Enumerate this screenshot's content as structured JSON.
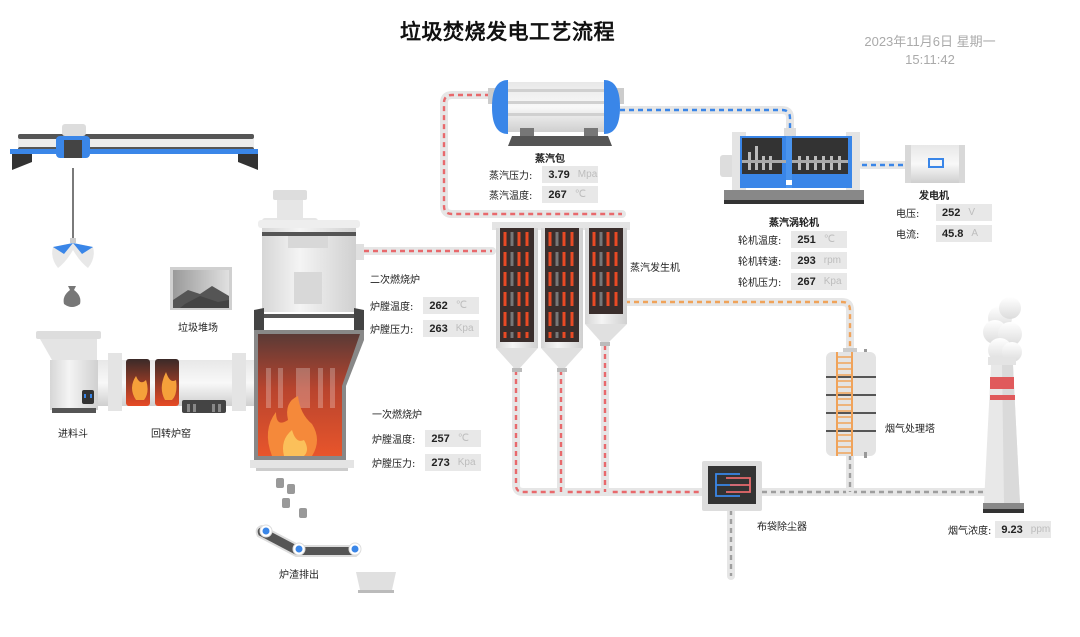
{
  "header": {
    "title": "垃圾焚烧发电工艺流程",
    "date": "2023年11月6日 星期一",
    "time": "15:11:42"
  },
  "colors": {
    "accent_blue": "#3a86e8",
    "flow_red": "#e8696c",
    "flow_orange": "#f0a35a",
    "flow_gray": "#9e9e9e",
    "flame": "#f0552a"
  },
  "equipment": {
    "crane": {
      "icon": "gantry-crane-icon"
    },
    "garbage_bag": {
      "icon": "garbage-bag-icon"
    },
    "garbage_pile": {
      "label": "垃圾堆场",
      "icon": "garbage-pile-icon"
    },
    "hopper": {
      "label": "进料斗",
      "icon": "feed-hopper-icon"
    },
    "rotary_kiln": {
      "label": "回转炉窑",
      "icon": "rotary-kiln-icon"
    },
    "secondary_furnace": {
      "label": "二次燃烧炉",
      "readings": [
        {
          "key": "炉膛温度:",
          "value": "262",
          "unit": "℃"
        },
        {
          "key": "炉膛压力:",
          "value": "263",
          "unit": "Kpa"
        }
      ]
    },
    "primary_furnace": {
      "label": "一次燃烧炉",
      "readings": [
        {
          "key": "炉膛温度:",
          "value": "257",
          "unit": "℃"
        },
        {
          "key": "炉膛压力:",
          "value": "273",
          "unit": "Kpa"
        }
      ]
    },
    "slag": {
      "label": "炉渣排出",
      "icon": "slag-conveyor-icon"
    },
    "steam_drum": {
      "label": "蒸汽包",
      "readings": [
        {
          "key": "蒸汽压力:",
          "value": "3.79",
          "unit": "Mpa"
        },
        {
          "key": "蒸汽温度:",
          "value": "267",
          "unit": "℃"
        }
      ]
    },
    "steam_generator": {
      "label": "蒸汽发生机",
      "icon": "steam-generator-icon"
    },
    "turbine": {
      "label": "蒸汽涡轮机",
      "readings": [
        {
          "key": "轮机温度:",
          "value": "251",
          "unit": "℃"
        },
        {
          "key": "轮机转速:",
          "value": "293",
          "unit": "rpm"
        },
        {
          "key": "轮机压力:",
          "value": "267",
          "unit": "Kpa"
        }
      ]
    },
    "generator": {
      "label": "发电机",
      "readings": [
        {
          "key": "电压:",
          "value": "252",
          "unit": "V"
        },
        {
          "key": "电流:",
          "value": "45.8",
          "unit": "A"
        }
      ]
    },
    "bag_filter": {
      "label": "布袋除尘器",
      "icon": "bag-filter-icon"
    },
    "flue_tower": {
      "label": "烟气处理塔",
      "icon": "flue-gas-tower-icon"
    },
    "chimney": {
      "icon": "chimney-icon",
      "readings": [
        {
          "key": "烟气浓度:",
          "value": "9.23",
          "unit": "ppm"
        }
      ]
    }
  }
}
